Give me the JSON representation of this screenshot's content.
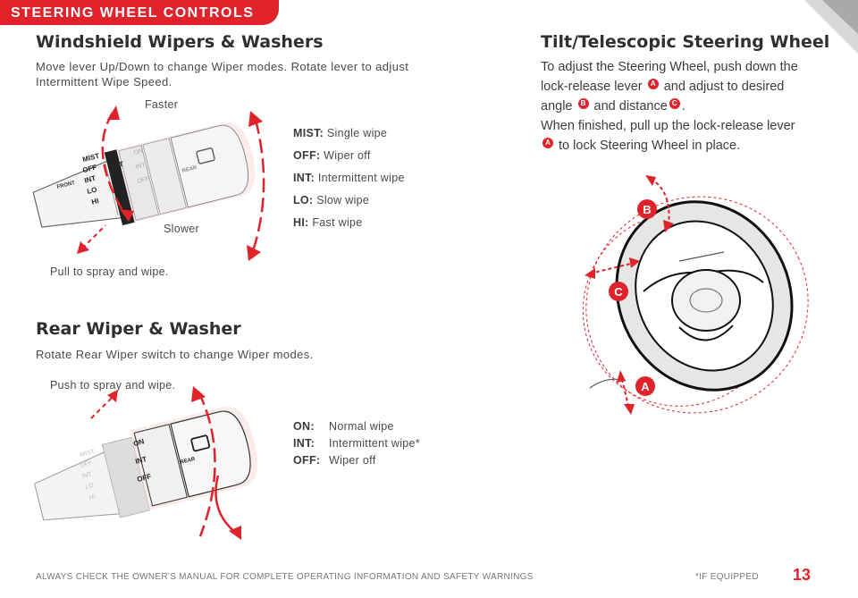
{
  "header": {
    "section_title": "STEERING WHEEL CONTROLS"
  },
  "wipers": {
    "title": "Windshield Wipers & Washers",
    "description": "Move lever Up/Down to change Wiper modes. Rotate lever to adjust Intermittent Wipe Speed.",
    "faster_label": "Faster",
    "slower_label": "Slower",
    "spray_label": "Pull to spray and wipe.",
    "modes": [
      {
        "key": "MIST:",
        "desc": "Single wipe"
      },
      {
        "key": "OFF:",
        "desc": "Wiper off"
      },
      {
        "key": "INT:",
        "desc": "Intermittent wipe"
      },
      {
        "key": "LO:",
        "desc": "Slow wipe"
      },
      {
        "key": "HI:",
        "desc": "Fast wipe"
      }
    ],
    "lever_labels": [
      "MIST",
      "OFF",
      "INT",
      "LO",
      "HI"
    ],
    "lever_front": "FRONT",
    "lever_rear": "REAR",
    "lever_ring": [
      "ON",
      "INT",
      "OFF"
    ],
    "lever_int": "INT"
  },
  "rear": {
    "title": "Rear Wiper & Washer",
    "description": "Rotate Rear Wiper switch to change Wiper modes.",
    "spray_label": "Push to spray and wipe.",
    "modes": [
      {
        "key": "ON:",
        "desc": "Normal wipe"
      },
      {
        "key": "INT:",
        "desc": "Intermittent wipe*"
      },
      {
        "key": "OFF:",
        "desc": "Wiper off"
      }
    ]
  },
  "tilt": {
    "title": "Tilt/Telescopic Steering Wheel",
    "para1_a": "To adjust the Steering Wheel, push down the lock-release lever",
    "para1_b": "and adjust to desired angle",
    "para1_c": "and distance",
    "para1_d": ".",
    "para2_a": "When finished, pull up the lock-release lever",
    "para2_b": "to lock Steering Wheel in place.",
    "badges": {
      "a": "A",
      "b": "B",
      "c": "C"
    }
  },
  "footer": {
    "warning": "ALWAYS CHECK THE OWNER'S MANUAL FOR COMPLETE OPERATING INFORMATION AND SAFETY WARNINGS",
    "note": "*IF EQUIPPED",
    "page": "13"
  },
  "colors": {
    "accent": "#e0222b",
    "text": "#3a3a3a",
    "line": "#555555"
  }
}
